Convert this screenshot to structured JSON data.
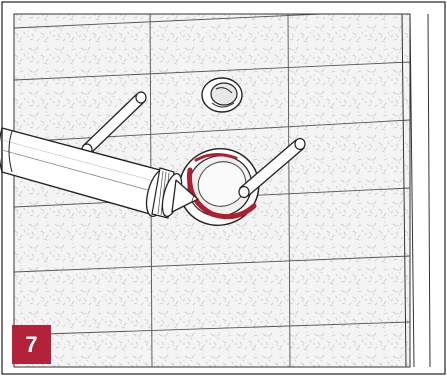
{
  "figure": {
    "step_number": "7",
    "badge_color": "#b3223a",
    "seal_color": "#b11e32",
    "line_color": "#222222",
    "tile_fill": "#f4f4f4",
    "texture_color": "#c8c8c8",
    "icons": [
      "tiled-wall",
      "mounting-pin",
      "pipe-sleeve",
      "silicone-cartridge-nozzle",
      "sealant-ring",
      "wall-plug"
    ]
  }
}
